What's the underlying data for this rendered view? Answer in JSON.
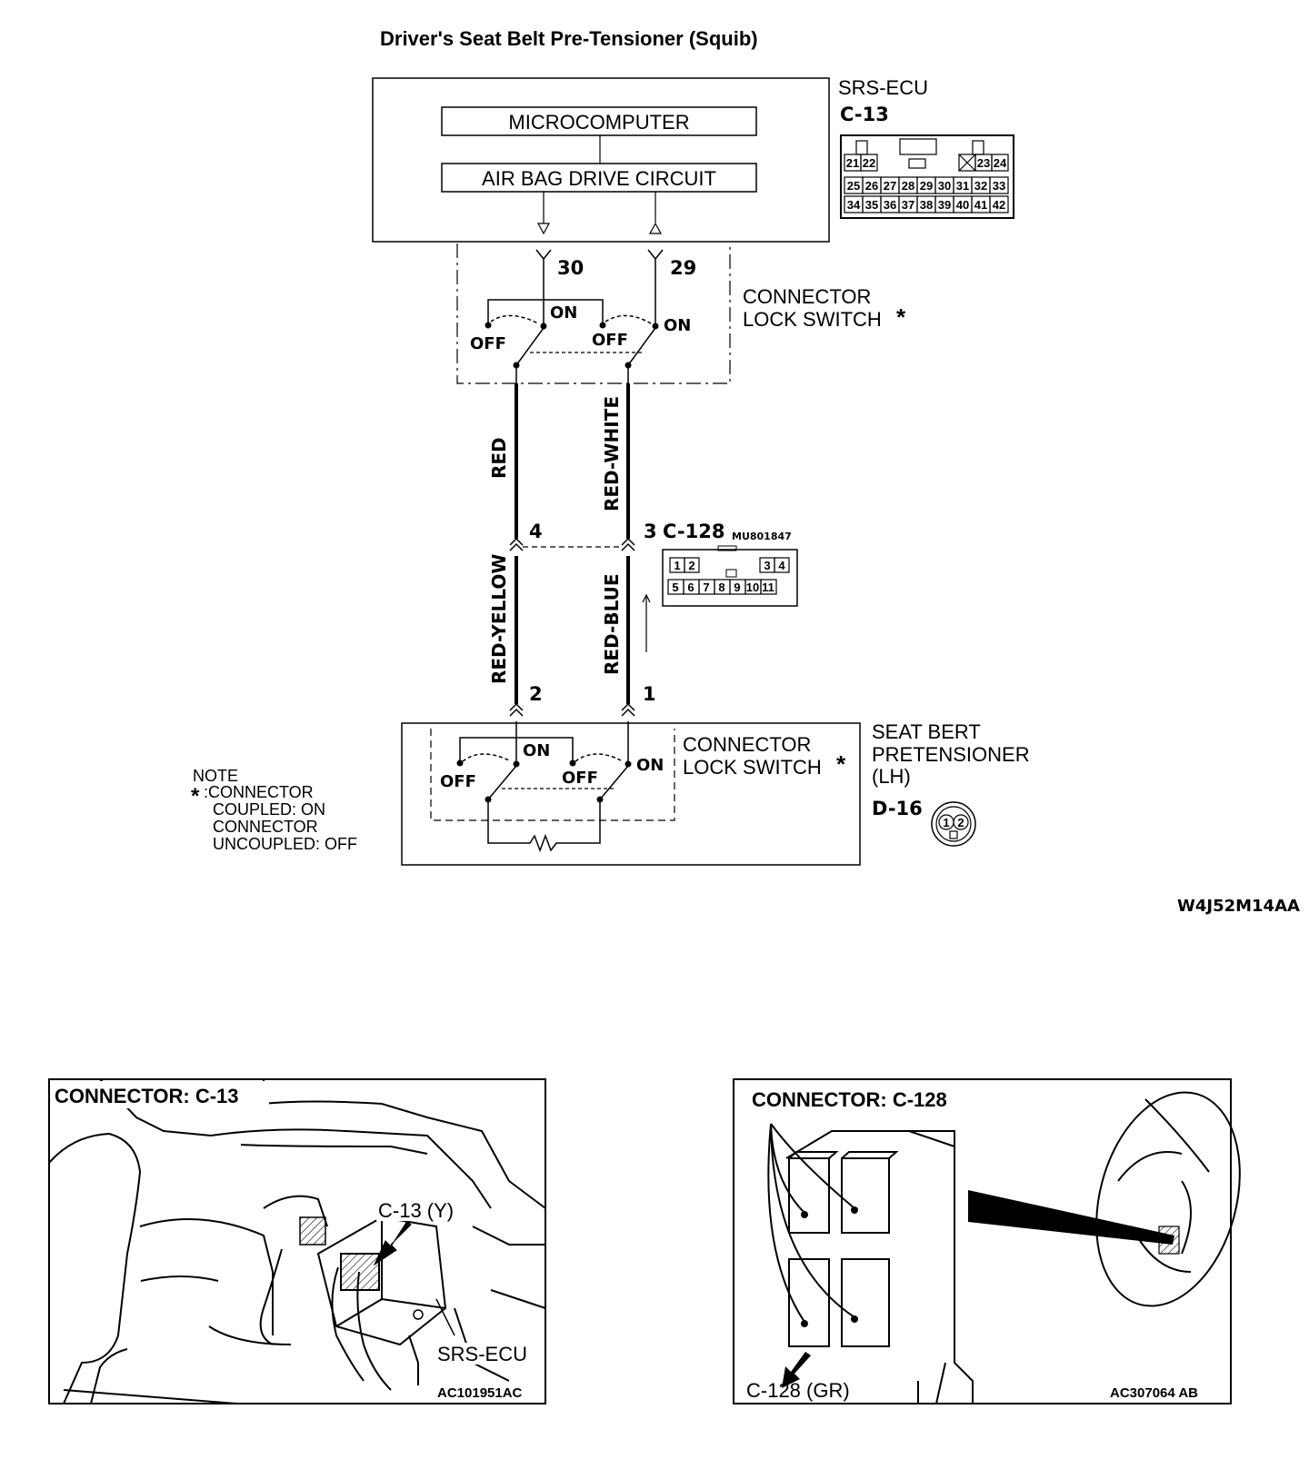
{
  "title": "Driver's Seat Belt Pre-Tensioner (Squib)",
  "ecu": {
    "name": "SRS-ECU",
    "connector": "C-13",
    "microcomputer": "MICROCOMPUTER",
    "drive_circuit": "AIR BAG DRIVE CIRCUIT",
    "pin_a": "30",
    "pin_b": "29",
    "c13_row1": [
      "21",
      "22",
      "23",
      "24"
    ],
    "c13_row2": [
      "25",
      "26",
      "27",
      "28",
      "29",
      "30",
      "31",
      "32",
      "33"
    ],
    "c13_row3": [
      "34",
      "35",
      "36",
      "37",
      "38",
      "39",
      "40",
      "41",
      "42"
    ]
  },
  "lock_switch_top": {
    "label_line1": "CONNECTOR",
    "label_line2": "LOCK SWITCH",
    "asterisk": "*",
    "on": "ON",
    "off": "OFF"
  },
  "wires": {
    "upper_left": "RED",
    "upper_right": "RED-WHITE",
    "lower_left": "RED-YELLOW",
    "lower_right": "RED-BLUE"
  },
  "c128": {
    "name": "C-128",
    "part_no": "MU801847",
    "pin_left": "4",
    "pin_right": "3",
    "row1": [
      "1",
      "2",
      "3",
      "4"
    ],
    "row2": [
      "5",
      "6",
      "7",
      "8",
      "9",
      "10",
      "11"
    ]
  },
  "pretensioner": {
    "pin_left": "2",
    "pin_right": "1",
    "name_line1": "SEAT BERT",
    "name_line2": "PRETENSIONER",
    "name_line3": "(LH)",
    "connector": "D-16",
    "d16_pins": [
      "1",
      "2"
    ]
  },
  "lock_switch_bottom": {
    "label_line1": "CONNECTOR",
    "label_line2": "LOCK SWITCH",
    "asterisk": "*",
    "on": "ON",
    "off": "OFF"
  },
  "note": {
    "title": "NOTE",
    "asterisk": "*",
    "line1": ":CONNECTOR",
    "line2": "COUPLED: ON",
    "line3": "CONNECTOR",
    "line4": "UNCOUPLED: OFF"
  },
  "diagram_code": "W4J52M14AA",
  "photo_left": {
    "title": "CONNECTOR: C-13",
    "callout_connector": "C-13 (Y)",
    "callout_ecu": "SRS-ECU",
    "code": "AC101951AC"
  },
  "photo_right": {
    "title": "CONNECTOR: C-128",
    "callout_connector": "C-128 (GR)",
    "code": "AC307064 AB"
  }
}
